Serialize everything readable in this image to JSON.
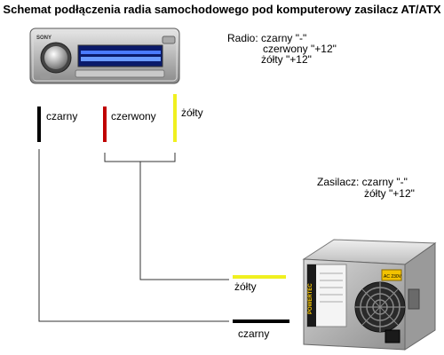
{
  "title": "Schemat podłączenia radia samochodowego pod komputerowy zasilacz AT/ATX",
  "radio_legend": {
    "line1": "Radio: czarny  \"-\"",
    "line2": "czerwony  \"+12\"",
    "line3": "żółty  \"+12\""
  },
  "psu_legend": {
    "line1": "Zasilacz: czarny  \"-\"",
    "line2": "żółty  \"+12\""
  },
  "radio_wires": {
    "black": "czarny",
    "red": "czerwony",
    "yellow": "żółty"
  },
  "psu_wires": {
    "yellow": "żółty",
    "black": "czarny"
  },
  "radio_brand": "SONY",
  "psu_brand": "POWERTEC",
  "psu_sticker": "AC 230V",
  "colors": {
    "black_wire": "#000000",
    "red_wire": "#c00000",
    "yellow_wire": "#f0f020",
    "connector_line": "#333333"
  },
  "icons": {
    "radio": "car-radio-image",
    "psu": "atx-power-supply-image"
  }
}
